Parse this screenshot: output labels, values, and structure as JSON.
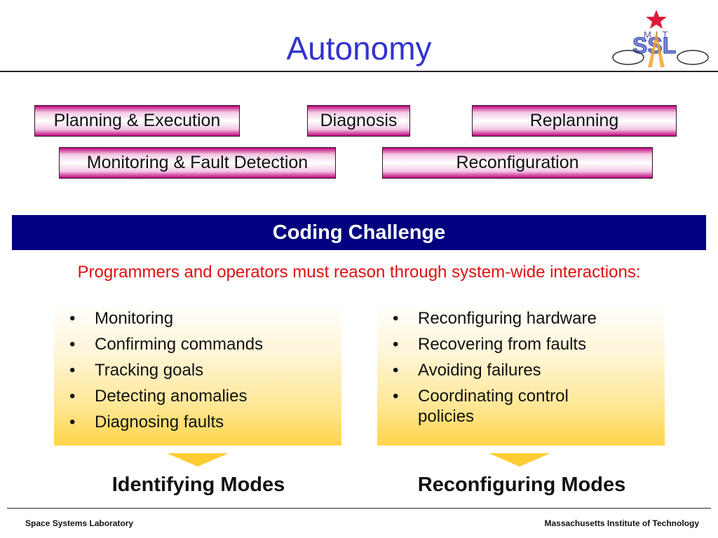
{
  "title": "Autonomy",
  "logo": {
    "text_top": "MIT",
    "text_main": "SSL"
  },
  "boxes": {
    "planning": "Planning & Execution",
    "diagnosis": "Diagnosis",
    "replanning": "Replanning",
    "monitoring": "Monitoring & Fault Detection",
    "reconfiguration": "Reconfiguration"
  },
  "banner": "Coding Challenge",
  "subtitle": "Programmers and operators must reason through system-wide interactions:",
  "left_panel": {
    "bullet": "•",
    "items": [
      "Monitoring",
      "Confirming commands",
      "Tracking goals",
      "Detecting anomalies",
      "Diagnosing faults"
    ]
  },
  "right_panel": {
    "bullet": "•",
    "items": [
      "Reconfiguring hardware",
      "Recovering from faults",
      "Avoiding failures",
      "Coordinating control policies"
    ]
  },
  "modes": {
    "left": "Identifying Modes",
    "right": "Reconfiguring Modes"
  },
  "footer": {
    "left": "Space Systems Laboratory",
    "right": "Massachusetts Institute of Technology"
  },
  "colors": {
    "title": "#3333cc",
    "banner_bg": "#000080",
    "subtitle": "#dd1111",
    "box_accent": "#c0007a",
    "panel_bottom": "#ffd54a",
    "arrow": "#ffcc33"
  }
}
